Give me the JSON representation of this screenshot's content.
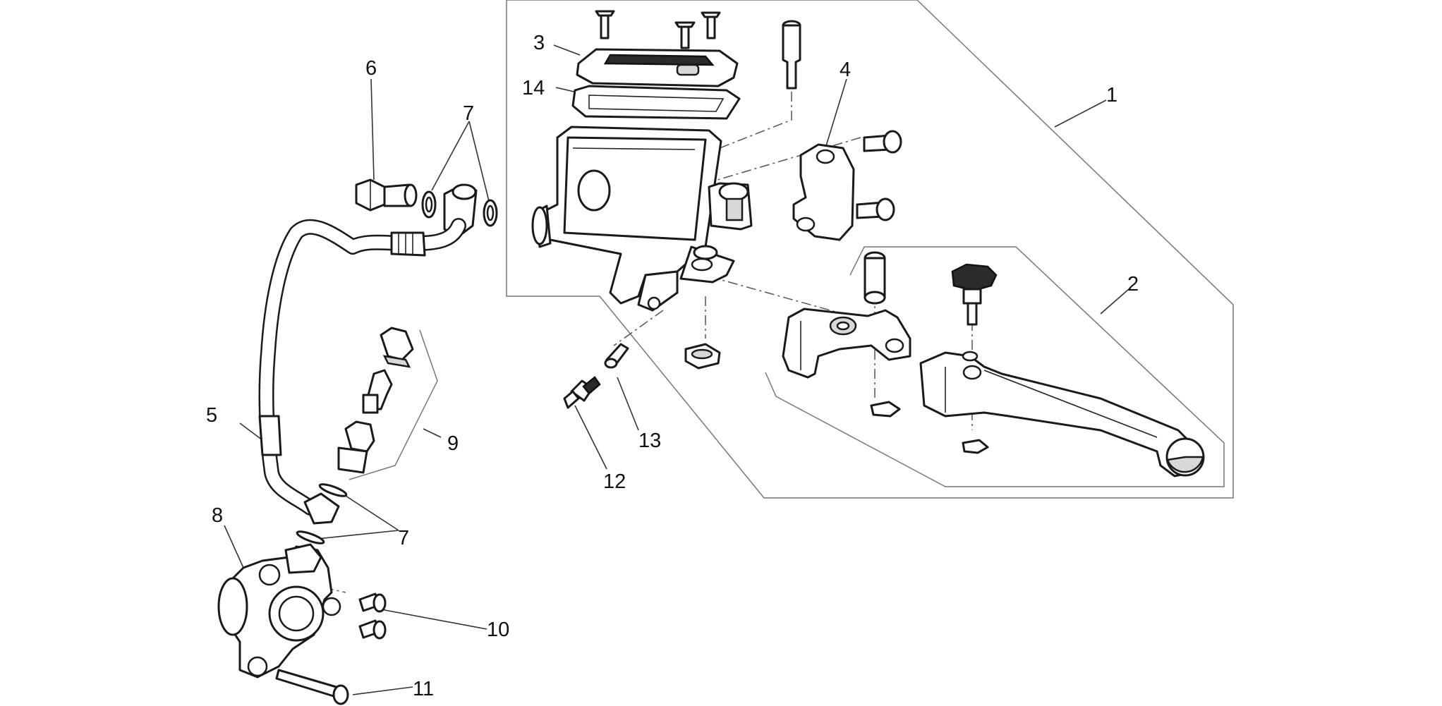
{
  "callouts": [
    {
      "id": "c1",
      "text": "1"
    },
    {
      "id": "c2",
      "text": "2"
    },
    {
      "id": "c3",
      "text": "3"
    },
    {
      "id": "c4",
      "text": "4"
    },
    {
      "id": "c5",
      "text": "5"
    },
    {
      "id": "c6",
      "text": "6"
    },
    {
      "id": "c7a",
      "text": "7"
    },
    {
      "id": "c7b",
      "text": "7"
    },
    {
      "id": "c8",
      "text": "8"
    },
    {
      "id": "c9",
      "text": "9"
    },
    {
      "id": "c10",
      "text": "10"
    },
    {
      "id": "c11",
      "text": "11"
    },
    {
      "id": "c12",
      "text": "12"
    },
    {
      "id": "c13",
      "text": "13"
    },
    {
      "id": "c14",
      "text": "14"
    }
  ],
  "colors": {
    "line": "#1a1a1a",
    "background": "#ffffff",
    "boundary": "#777777"
  }
}
